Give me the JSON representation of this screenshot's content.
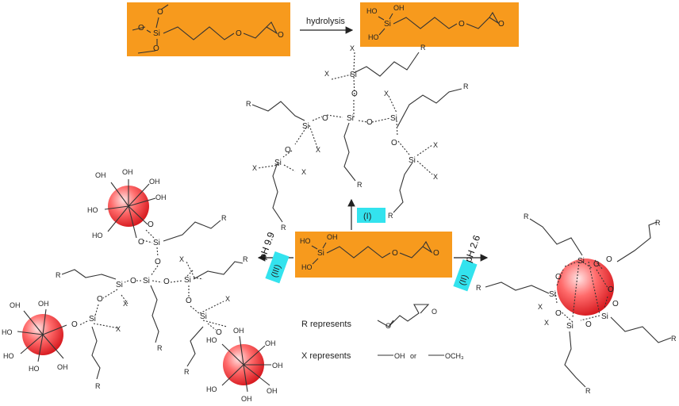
{
  "reaction": {
    "hydrolysis_label": "hydrolysis",
    "step_i": "(I)",
    "step_ii": "(II)",
    "step_iii": "(III)",
    "ph_high": "pH 9.9",
    "ph_low": "pH 2.6"
  },
  "atoms": {
    "si": "Si",
    "o": "O",
    "oh": "OH",
    "ho": "HO",
    "r": "R",
    "x": "X"
  },
  "legend": {
    "r_represents": "R represents",
    "x_represents": "X represents",
    "oh": "OH",
    "or": "or",
    "och3": "OCH₃"
  },
  "colors": {
    "orange_box": "#f79a1d",
    "cyan_tag": "#33e3ee",
    "sphere_light": "#ffd0d0",
    "sphere_dark": "#e5191e"
  }
}
